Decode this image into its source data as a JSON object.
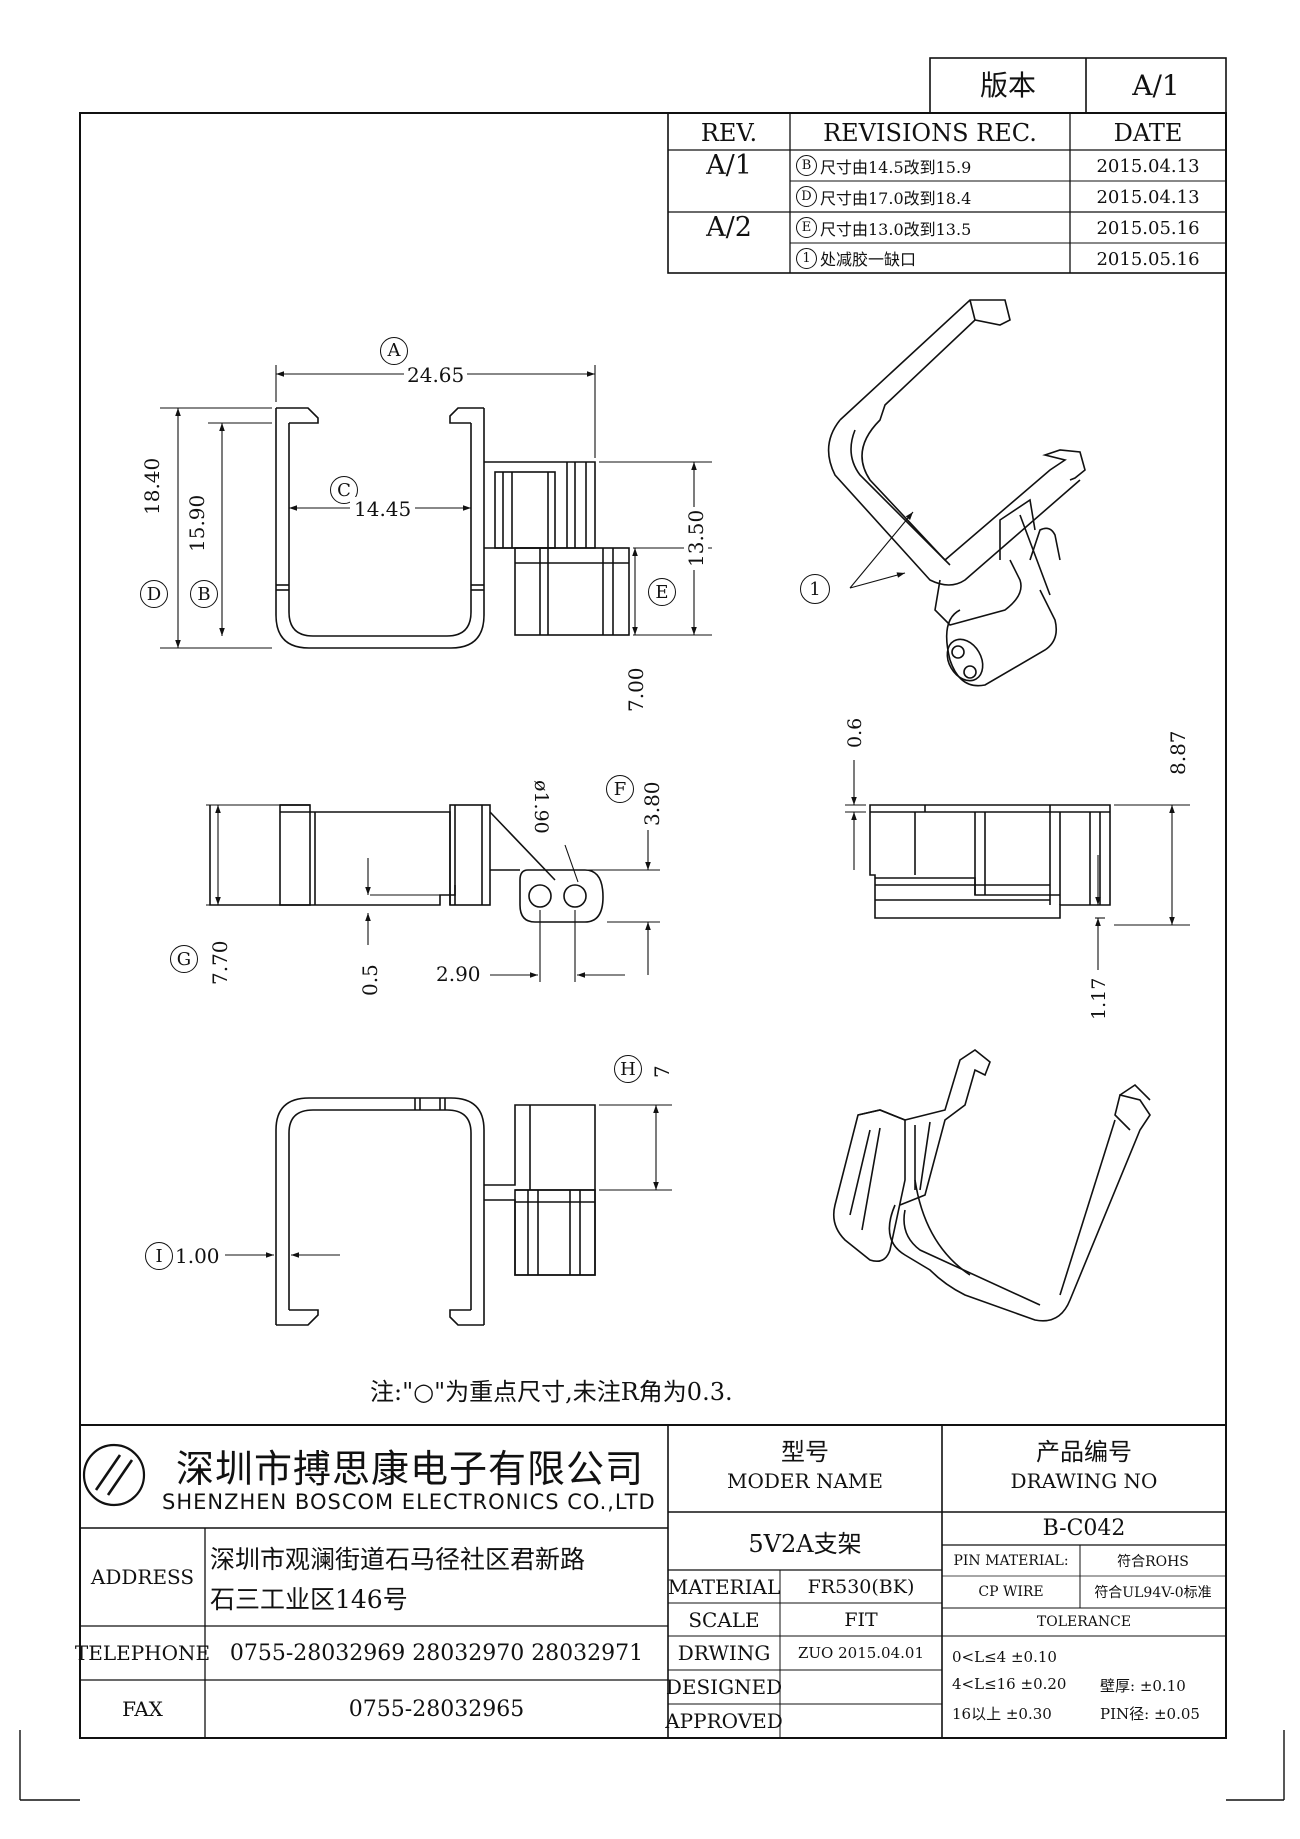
{
  "version_box": {
    "label": "版本",
    "value": "A/1"
  },
  "revisions": {
    "headers": {
      "rev": "REV.",
      "rec": "REVISIONS REC.",
      "date": "DATE"
    },
    "rows": [
      {
        "rev": "A/1",
        "mark": "B",
        "text": "尺寸由14.5改到15.9",
        "date": "2015.04.13"
      },
      {
        "rev": "",
        "mark": "D",
        "text": "尺寸由17.0改到18.4",
        "date": "2015.04.13"
      },
      {
        "rev": "A/2",
        "mark": "E",
        "text": "尺寸由13.0改到13.5",
        "date": "2015.05.16"
      },
      {
        "rev": "",
        "mark": "1",
        "text": "处减胶一缺口",
        "date": "2015.05.16"
      }
    ]
  },
  "dimensions": {
    "A": {
      "mark": "A",
      "value": "24.65"
    },
    "C": {
      "mark": "C",
      "value": "14.45"
    },
    "D": {
      "mark": "D",
      "value": "18.40"
    },
    "B": {
      "mark": "B",
      "value": "15.90"
    },
    "E": {
      "mark": "E",
      "value": "13.50"
    },
    "e_sub": "7.00",
    "iso_callout": "1",
    "top_gap": "0.6",
    "right_height": "8.87",
    "right_bottom": "1.17",
    "F": {
      "mark": "F",
      "value": "3.80"
    },
    "hole_dia": "ø1.90",
    "G": {
      "mark": "G",
      "value": "7.70"
    },
    "side_small": "0.5",
    "hole_pitch": "2.90",
    "H": {
      "mark": "H",
      "value": "7"
    },
    "I": {
      "mark": "I",
      "value": "1.00"
    }
  },
  "note": "注:\"○\"为重点尺寸,未注R角为0.3.",
  "title_block": {
    "company_cn": "深圳市搏思康电子有限公司",
    "company_en": "SHENZHEN BOSCOM ELECTRONICS CO.,LTD",
    "model_label_cn": "型号",
    "model_label_en": "MODER NAME",
    "model_value": "5V2A支架",
    "drawing_label_cn": "产品编号",
    "drawing_label_en": "DRAWING NO",
    "drawing_value": "B-C042",
    "address_label": "ADDRESS",
    "address_line1": "深圳市观澜街道石马径社区君新路",
    "address_line2": "石三工业区146号",
    "telephone_label": "TELEPHONE",
    "telephone_value": "0755-28032969 28032970 28032971",
    "fax_label": "FAX",
    "fax_value": "0755-28032965",
    "material_label": "MATERIAL",
    "material_value": "FR530(BK)",
    "scale_label": "SCALE",
    "scale_value": "FIT",
    "drawing_row_label": "DRWING",
    "drawing_row_value": "ZUO 2015.04.01",
    "designed_label": "DESIGNED",
    "approved_label": "APPROVED",
    "pin_material_label": "PIN MATERIAL:",
    "pin_material_value": "符合ROHS",
    "cp_wire_label": "CP WIRE",
    "cp_wire_value": "符合UL94V-0标准",
    "tolerance_label": "TOLERANCE",
    "tol_line1": "0<L≤4  ±0.10",
    "tol_line2a": "4<L≤16 ±0.20",
    "tol_line2b": "壁厚:  ±0.10",
    "tol_line3a": "16以上   ±0.30",
    "tol_line3b": "PIN径: ±0.05"
  }
}
